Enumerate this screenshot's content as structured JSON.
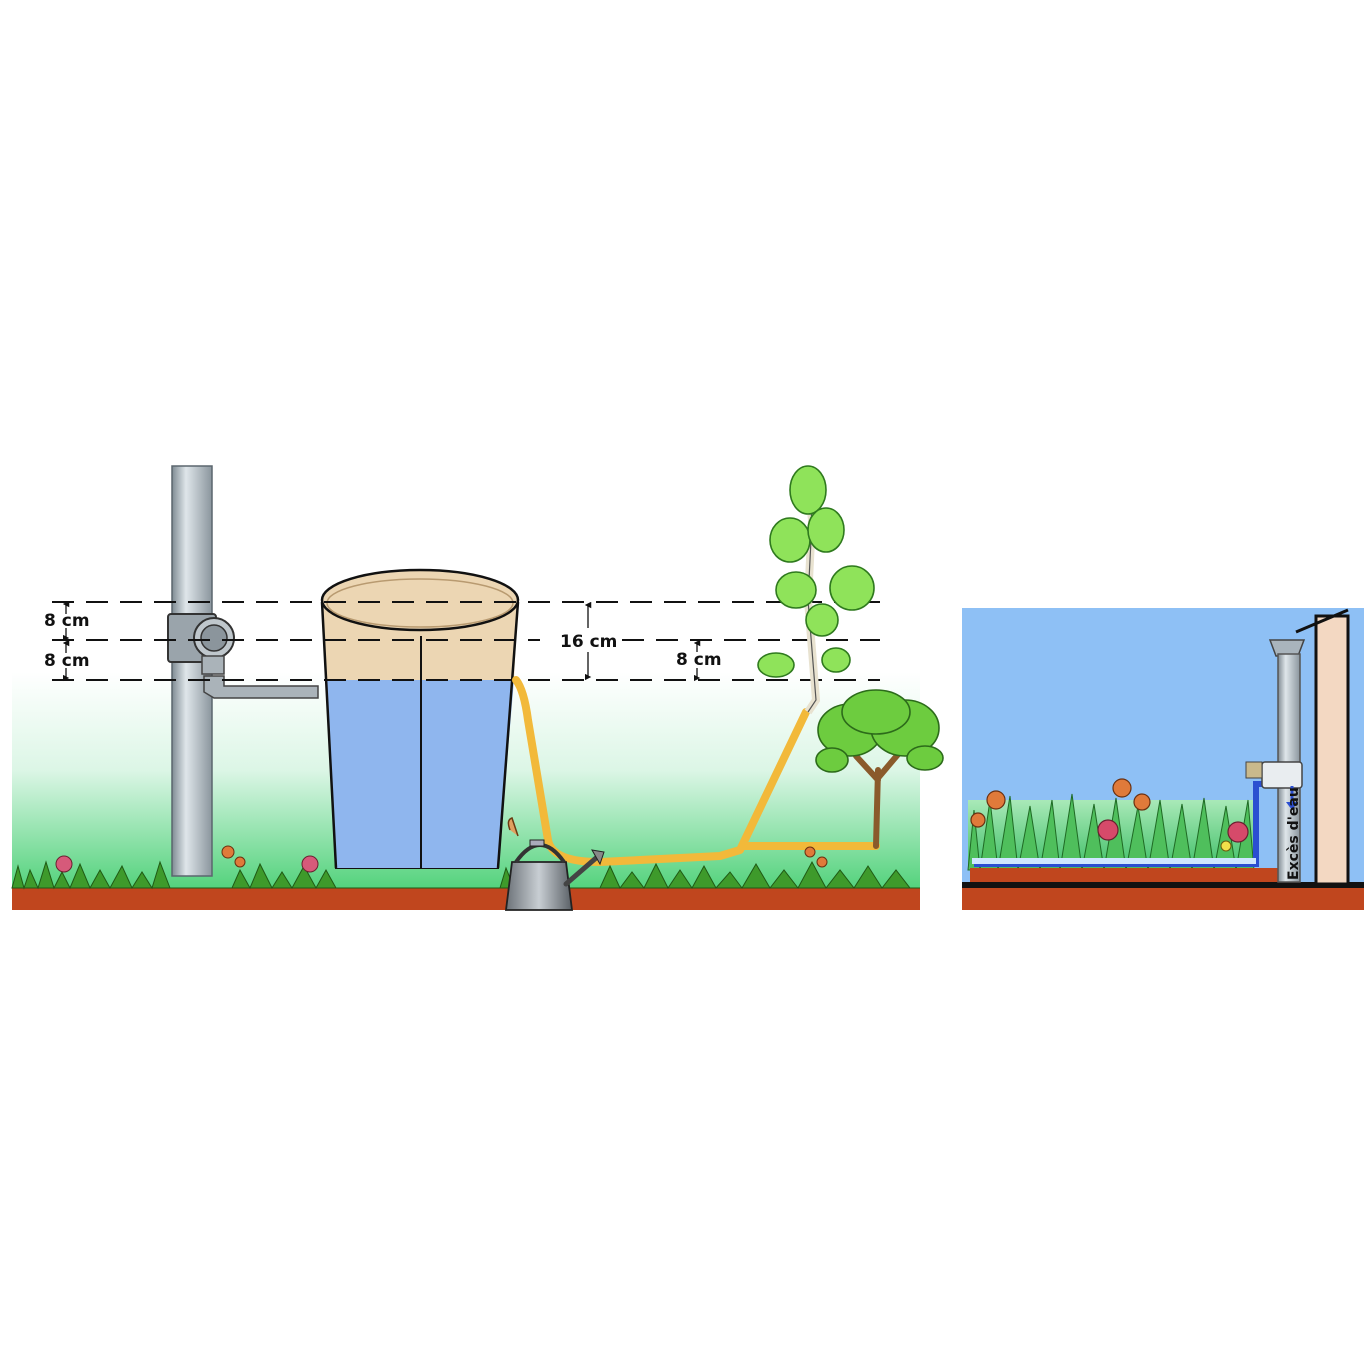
{
  "labels": {
    "top_dim": "8 cm",
    "bottom_dim": "8 cm",
    "barrel_dim": "16 cm",
    "right_dim": "8 cm",
    "overflow_text": "Excès d'eau"
  },
  "colors": {
    "sky_left": "#e7f9ee",
    "grass_band": "#5fdc85",
    "soil": "#c0461e",
    "barrel_water": "#8fb6ee",
    "barrel_air": "#ecd6b3",
    "hose": "#f2b93a",
    "pipe": "#a9b4bc",
    "sky_right": "#8ec0f5",
    "wall": "#f3d8c2",
    "blue_pipe": "#2b4fd1"
  },
  "icons": [
    "downpipe",
    "rain-collector",
    "barrel",
    "watering-can",
    "tree",
    "bush",
    "flowers",
    "overflow-pipe",
    "down-arrow"
  ]
}
